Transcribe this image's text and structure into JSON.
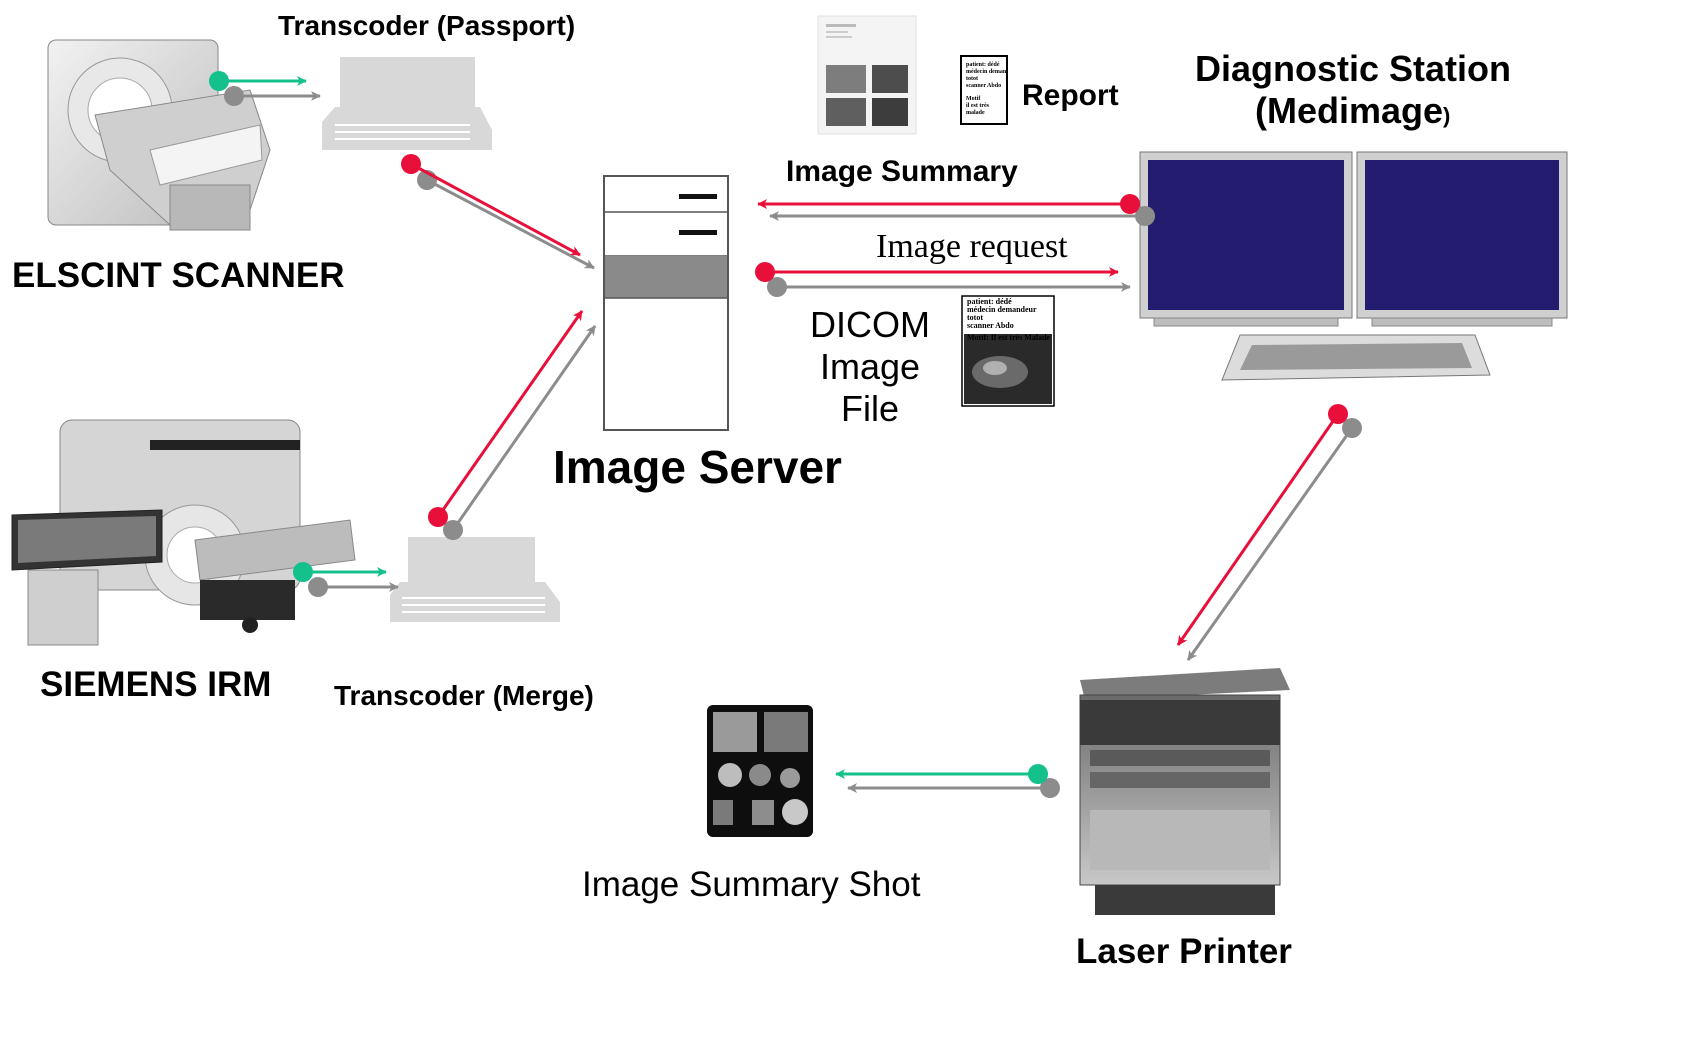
{
  "labels": {
    "transcoder_passport": "Transcoder  (Passport)",
    "elscint_scanner": "ELSCINT SCANNER",
    "siemens_irm": "SIEMENS IRM",
    "transcoder_merge": "Transcoder  (Merge)",
    "image_server": "Image Server",
    "image_summary": "Image Summary",
    "report": "Report",
    "image_request": "Image request",
    "dicom_line1": "DICOM",
    "dicom_line2": "Image",
    "dicom_line3": "File",
    "diagnostic_line1": "Diagnostic Station",
    "diagnostic_line2": "(Medimage",
    "diagnostic_line2_paren": ")",
    "laser_printer": "Laser Printer",
    "image_summary_shot": "Image Summary Shot"
  },
  "report_doc": {
    "line1": "patient: dédé",
    "line2": "médecin deman",
    "line3": "totot",
    "line4": "scanner Abdo",
    "line5": "Motif",
    "line6": "il est très",
    "line7": "malade"
  },
  "dicom_doc": {
    "line1": "patient: dédé",
    "line2": "médecin demandeur",
    "line3": "totot",
    "line4": "scanner Abdo",
    "line5": "Motif: Il est très Malade"
  },
  "colors": {
    "red_arrow": "#e8103a",
    "teal_arrow": "#14c08c",
    "gray_arrow": "#8c8c8c",
    "server_band": "#8a8a8a",
    "transcoder_fill": "#d8d8d8"
  }
}
